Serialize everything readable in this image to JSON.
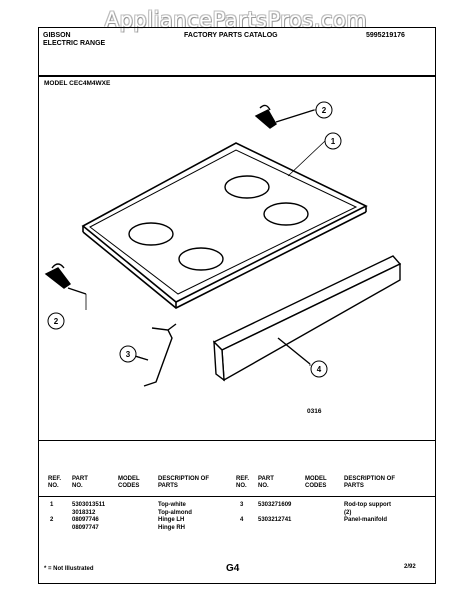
{
  "watermark": "AppliancePartsPros.com",
  "header": {
    "brand": "GIBSON",
    "product": "ELECTRIC RANGE",
    "catalog_title": "FACTORY PARTS CATALOG",
    "catalog_number": "5995219176"
  },
  "model_label": "MODEL CEC4M4WXE",
  "diagram": {
    "callouts": [
      "1",
      "2",
      "2",
      "3",
      "4"
    ],
    "drawing_code": "0316"
  },
  "table": {
    "headers": {
      "ref": "REF. NO.",
      "part": "PART NO.",
      "model": "MODEL CODES",
      "desc": "DESCRIPTION OF PARTS"
    },
    "left_rows": [
      {
        "ref": "1",
        "part": "5303013511",
        "model": "",
        "desc": "Top-white"
      },
      {
        "ref": "",
        "part": "3018312",
        "model": "",
        "desc": "Top-almond"
      },
      {
        "ref": "2",
        "part": "08097746",
        "model": "",
        "desc": "Hinge LH"
      },
      {
        "ref": "",
        "part": "08097747",
        "model": "",
        "desc": "Hinge RH"
      }
    ],
    "right_rows": [
      {
        "ref": "3",
        "part": "5303271609",
        "model": "",
        "desc": "Rod-top support"
      },
      {
        "ref": "",
        "part": "",
        "model": "",
        "desc": "(2)"
      },
      {
        "ref": "4",
        "part": "5303212741",
        "model": "",
        "desc": "Panel-manifold"
      }
    ]
  },
  "footer": {
    "note": "* = Not Illustrated",
    "page": "G4",
    "date": "2/92"
  }
}
